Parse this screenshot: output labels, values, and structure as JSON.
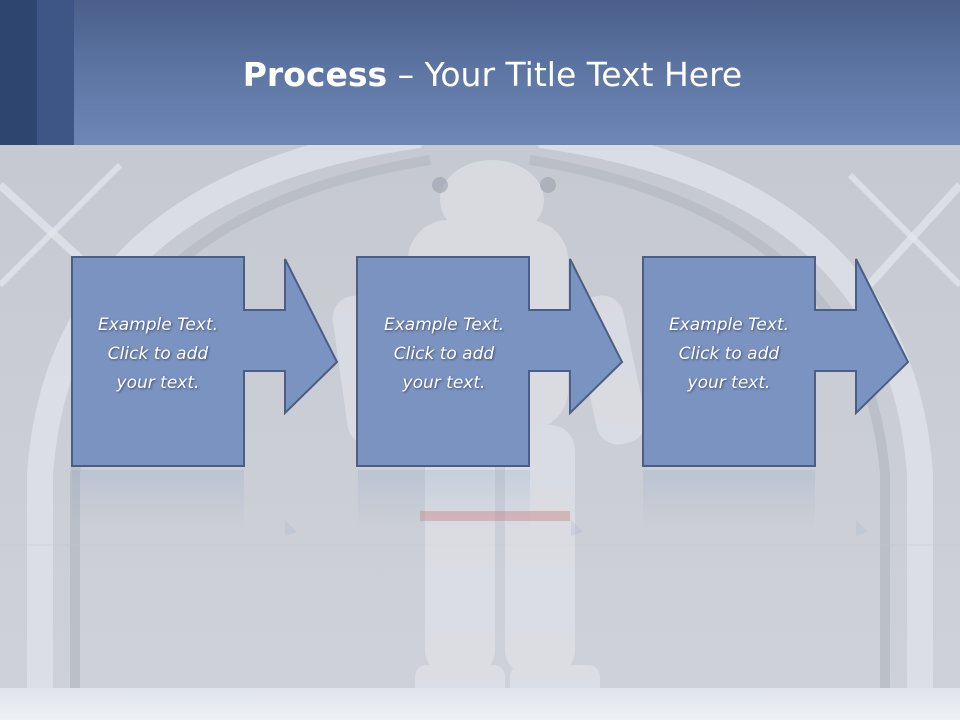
{
  "title": {
    "strong": "Process",
    "separator": " – ",
    "normal": "Your Title Text Here"
  },
  "steps": [
    {
      "line1": "Example Text.",
      "line2": "Click  to add",
      "line3": "your text."
    },
    {
      "line1": "Example Text.",
      "line2": "Click  to add",
      "line3": "your text."
    },
    {
      "line1": "Example Text.",
      "line2": "Click  to add",
      "line3": "your text."
    }
  ],
  "colors": {
    "header": "#5f78a6",
    "box_fill": "#7b93c0",
    "box_border": "#4b5f86",
    "background": "#c9ccd3"
  }
}
